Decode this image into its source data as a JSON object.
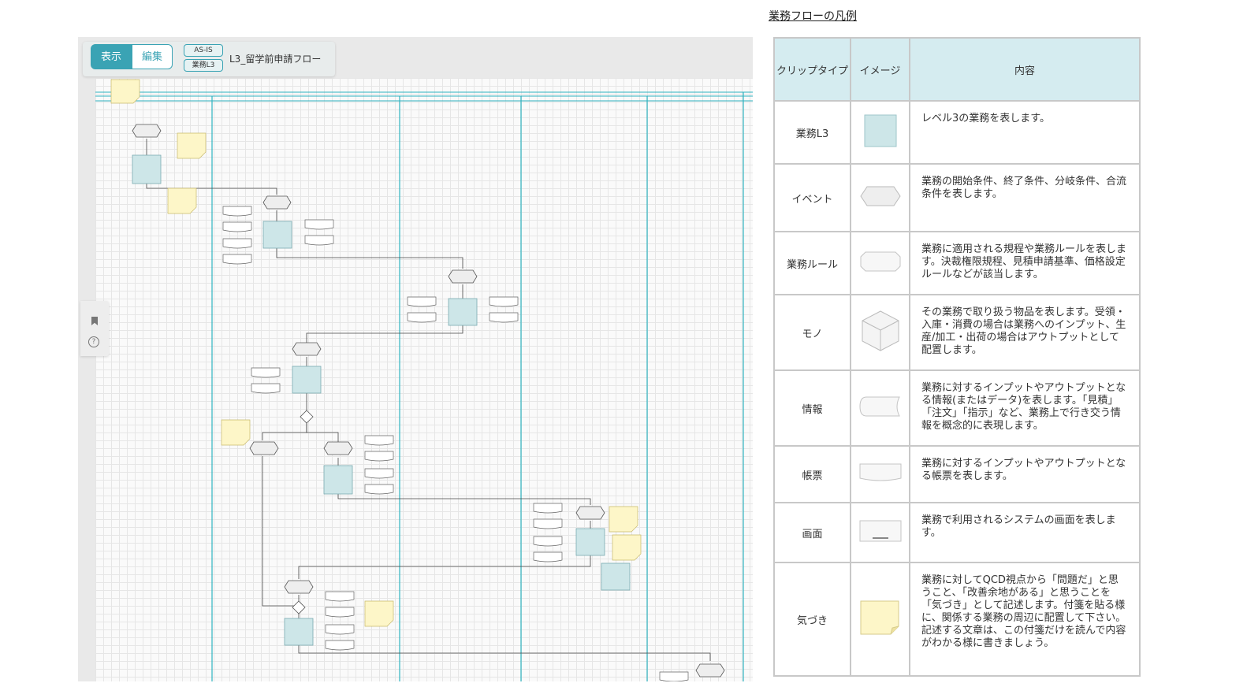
{
  "editor": {
    "view_label": "表示",
    "edit_label": "編集",
    "tag_asis": "AS-IS",
    "tag_level": "業務L3",
    "flow_title": "L3_留学前申請フロー",
    "help_glyph": "?"
  },
  "legend": {
    "title": "業務フローの凡例",
    "headers": [
      "クリップタイプ",
      "イメージ",
      "内容"
    ],
    "rows": [
      {
        "type": "業務L3",
        "icon": "task-icon",
        "desc": "レベル3の業務を表します。"
      },
      {
        "type": "イベント",
        "icon": "event-hexagon-icon",
        "desc": "業務の開始条件、終了条件、分岐条件、合流条件を表します。"
      },
      {
        "type": "業務ルール",
        "icon": "rule-icon",
        "desc": "業務に適用される規程や業務ルールを表します。決裁権限規程、見積申請基準、価格設定ルールなどが該当します。"
      },
      {
        "type": "モノ",
        "icon": "cube-icon",
        "desc": "その業務で取り扱う物品を表します。受領・入庫・消費の場合は業務へのインプット、生産/加工・出荷の場合はアウトプットとして配置します。"
      },
      {
        "type": "情報",
        "icon": "info-icon",
        "desc": "業務に対するインプットやアウトプットとなる情報(またはデータ)を表します。「見積」「注文」「指示」など、業務上で行き交う情報を概念的に表現します。"
      },
      {
        "type": "帳票",
        "icon": "form-icon",
        "desc": "業務に対するインプットやアウトプットとなる帳票を表します。"
      },
      {
        "type": "画面",
        "icon": "screen-icon",
        "desc": "業務で利用されるシステムの画面を表します。"
      },
      {
        "type": "気づき",
        "icon": "sticky-note-icon",
        "desc": "業務に対してQCD視点から「問題だ」と思うこと、「改善余地がある」と思うことを「気づき」として記述します。付箋を貼る様に、関係する業務の周辺に配置して下さい。記述する文章は、この付箋だけを読んで内容がわかる様に書きましょう。"
      }
    ]
  },
  "colors": {
    "accent": "#3aa3b4",
    "task_fill": "#cde6e8",
    "sticky_fill": "#fdf6c8",
    "header_fill": "#d5ecf0"
  }
}
